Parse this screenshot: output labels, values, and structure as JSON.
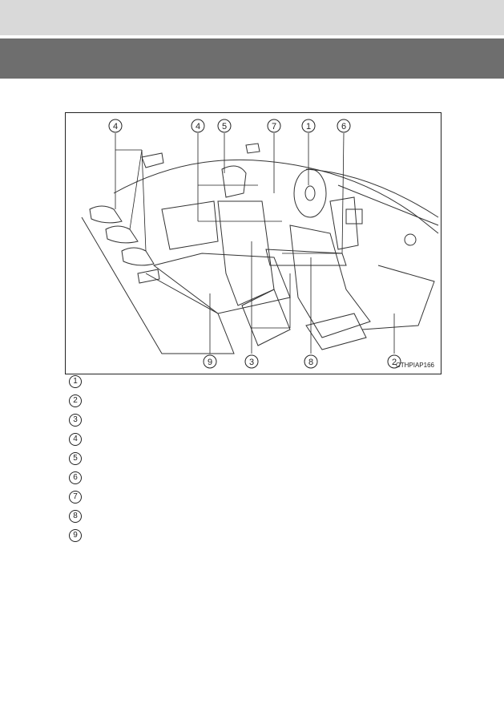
{
  "figure": {
    "code": "CTHPIAP166",
    "callouts": [
      {
        "num": "4"
      },
      {
        "num": "4"
      },
      {
        "num": "5"
      },
      {
        "num": "7"
      },
      {
        "num": "1"
      },
      {
        "num": "6"
      },
      {
        "num": "9"
      },
      {
        "num": "3"
      },
      {
        "num": "8"
      },
      {
        "num": "2"
      }
    ]
  },
  "legend": [
    "1",
    "2",
    "3",
    "4",
    "5",
    "6",
    "7",
    "8",
    "9"
  ]
}
